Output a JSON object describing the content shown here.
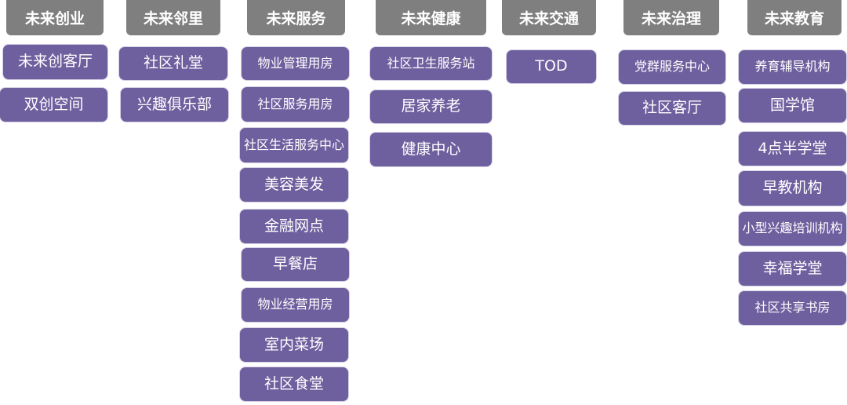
{
  "columns": [
    {
      "title": "未来创业",
      "items": [
        "未来创客厅",
        "双创空间"
      ]
    },
    {
      "title": "未来邻里",
      "items": [
        "社区礼堂",
        "兴趣俱乐部"
      ]
    },
    {
      "title": "未来服务",
      "items": [
        "物业管理用房",
        "社区服务用房",
        "社区生活服务中心",
        "美容美发",
        "金融网点",
        "早餐店",
        "物业经营用房",
        "室内菜场",
        "社区食堂"
      ]
    },
    {
      "title": "未来健康",
      "items": [
        "社区卫生服务站",
        "居家养老",
        "健康中心"
      ]
    },
    {
      "title": "未来交通",
      "items": [
        "TOD"
      ]
    },
    {
      "title": "未来治理",
      "items": [
        "党群服务中心",
        "社区客厅"
      ]
    },
    {
      "title": "未来教育",
      "items": [
        "养育辅导机构",
        "国学馆",
        "4点半学堂",
        "早教机构",
        "小型兴趣培训机构",
        "幸福学堂",
        "社区共享书房"
      ]
    }
  ],
  "colors": {
    "header": "#7f7f7f",
    "item": "#6e5f9e"
  }
}
